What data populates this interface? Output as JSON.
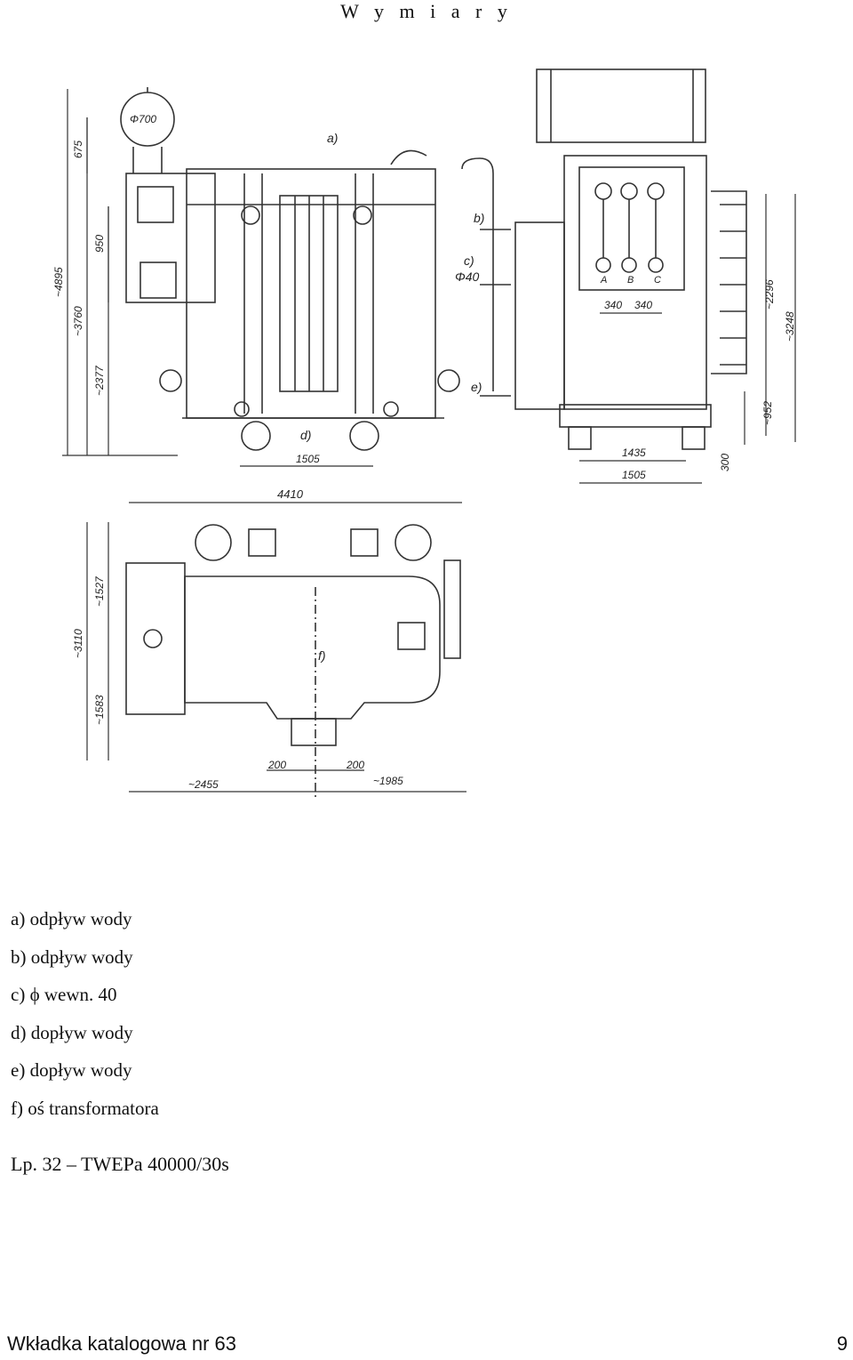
{
  "header": {
    "title": "W y m i a r y"
  },
  "drawing": {
    "labels": {
      "a": "a)",
      "b": "b)",
      "c": "c)",
      "c_dim": "Φ40",
      "d": "d)",
      "e": "e)",
      "f": "f)",
      "phi700": "Φ700",
      "phase_a": "A",
      "phase_b": "B",
      "phase_c": "C"
    },
    "dimensions": {
      "h4895": "~4895",
      "h3760": "~3760",
      "h2377": "~2377",
      "h675": "675",
      "h950": "950",
      "w1505_left": "1505",
      "w1435": "1435",
      "w1505_right": "1505",
      "w340_a": "340",
      "w340_b": "340",
      "h2296": "~2296",
      "h3248": "~3248",
      "h952": "~952",
      "h300": "300",
      "w4410": "4410",
      "h3110": "~3110",
      "h1527": "~1527",
      "h1583": "~1583",
      "w2455": "~2455",
      "w200_a": "200",
      "w200_b": "200",
      "w1985": "~1985"
    }
  },
  "legend": {
    "items": [
      "a) odpływ wody",
      "b) odpływ wody",
      "c) ϕ wewn. 40",
      "d) dopływ wody",
      "e) dopływ wody",
      "f) oś transformatora"
    ]
  },
  "model": "Lp. 32 – TWEPa 40000/30s",
  "footer": {
    "catalog": "Wkładka katalogowa nr 63",
    "page": "9"
  }
}
